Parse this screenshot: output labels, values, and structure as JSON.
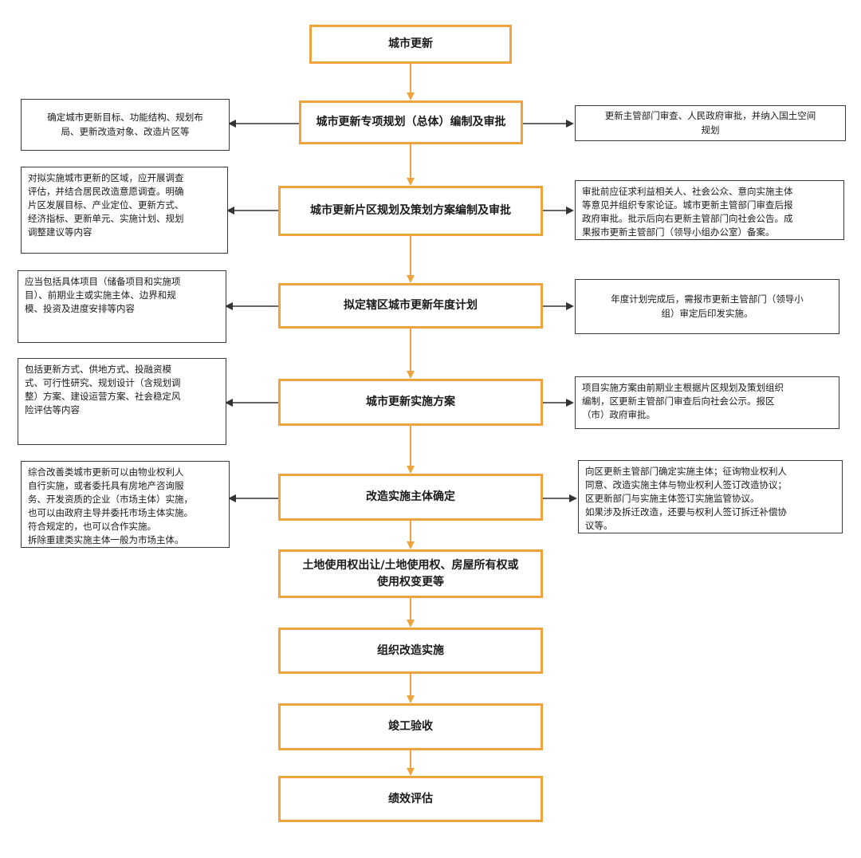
{
  "flowchart": {
    "steps": [
      {
        "label": "城市更新"
      },
      {
        "label": "城市更新专项规划（总体）编制及审批"
      },
      {
        "label": "城市更新片区规划及策划方案编制及审批"
      },
      {
        "label": "拟定辖区城市更新年度计划"
      },
      {
        "label": "城市更新实施方案"
      },
      {
        "label": "改造实施主体确定"
      },
      {
        "label": "土地使用权出让/土地使用权、房屋所有权或\n使用权变更等"
      },
      {
        "label": "组织改造实施"
      },
      {
        "label": "竣工验收"
      },
      {
        "label": "绩效评估"
      }
    ],
    "left_notes": [
      {
        "text": "确定城市更新目标、功能结构、规划布\n局、更新改造对象、改造片区等"
      },
      {
        "text": "对拟实施城市更新的区域，应开展调查\n评估，并结合居民改造意愿调查。明确\n片区发展目标、产业定位、更新方式、\n经济指标、更新单元、实施计划、规划\n调整建议等内容"
      },
      {
        "text": "应当包括具体项目（储备项目和实施项\n目）、前期业主或实施主体、边界和规\n模、投资及进度安排等内容"
      },
      {
        "text": "包括更新方式、供地方式、投融资模\n式、可行性研究、规划设计（含规划调\n整）方案、建设运营方案、社会稳定风\n险评估等内容"
      },
      {
        "text": "综合改善类城市更新可以由物业权利人\n自行实施，或者委托具有房地产咨询服\n务、开发资质的企业（市场主体）实施，\n也可以由政府主导并委托市场主体实施。\n符合规定的，也可以合作实施。\n拆除重建类实施主体一般为市场主体。"
      }
    ],
    "right_notes": [
      {
        "text": "更新主管部门审查、人民政府审批，并纳入国土空间\n规划"
      },
      {
        "text": "审批前应征求利益相关人、社会公众、意向实施主体\n等意见并组织专家论证。城市更新主管部门审查后报\n政府审批。批示后向右更新主管部门向社会公告。成\n果报市更新主管部门（领导小组办公室）备案。"
      },
      {
        "text": "年度计划完成后，需报市更新主管部门（领导小\n组）审定后印发实施。"
      },
      {
        "text": "项目实施方案由前期业主根据片区规划及策划组织\n编制，区更新主管部门审查后向社会公示。报区\n（市）政府审批。"
      },
      {
        "text": "向区更新主管部门确定实施主体；征询物业权利人\n同意、改造实施主体与物业权利人签订改造协议；\n区更新部门与实施主体签订实施监管协议。\n如果涉及拆迁改造，还要与权利人签订拆迁补偿协\n议等。"
      }
    ]
  },
  "colors": {
    "step_border": "#f0a33c",
    "note_border": "#3a3a3a",
    "arrow_main": "#f0a33c",
    "arrow_side": "#333333"
  }
}
